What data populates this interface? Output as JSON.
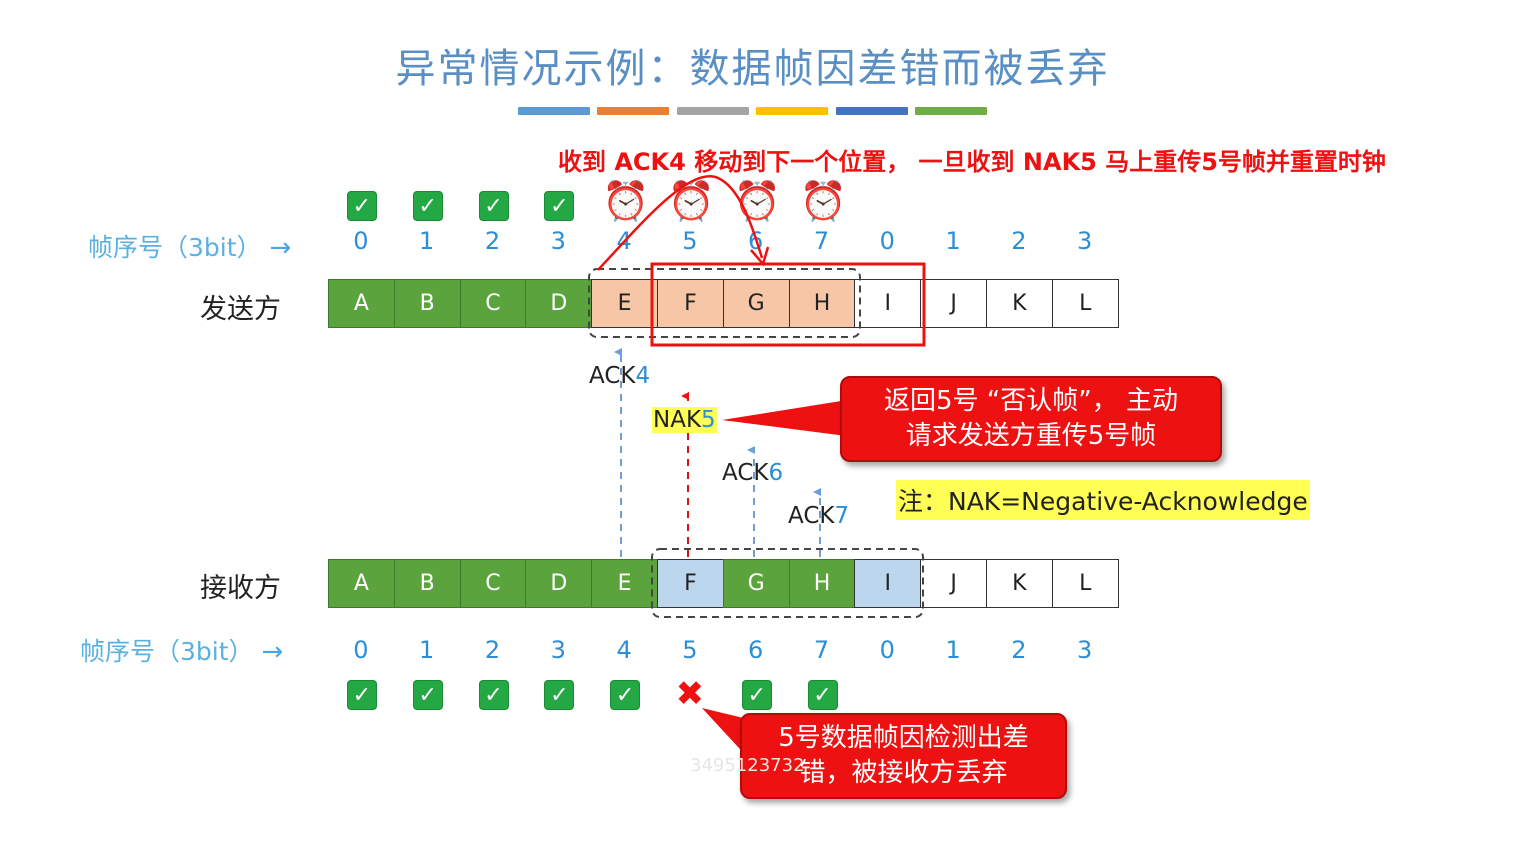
{
  "title": "异常情况示例：数据帧因差错而被丢弃",
  "accent_colors": [
    "#5b9bd5",
    "#ed7d31",
    "#a5a5a5",
    "#ffc000",
    "#4472c4",
    "#70ad47"
  ],
  "top_note": "收到 ACK4 移动到下一个位置， 一旦收到 NAK5 马上重传5号帧并重置时钟",
  "sequence_label": "帧序号（3bit）",
  "arrow_glyph": "→",
  "sender": {
    "label": "发送方",
    "frames": [
      "A",
      "B",
      "C",
      "D",
      "E",
      "F",
      "G",
      "H",
      "I",
      "J",
      "K",
      "L"
    ],
    "frame_states": [
      "green",
      "green",
      "green",
      "green",
      "orange",
      "orange",
      "orange",
      "orange",
      "white",
      "white",
      "white",
      "white"
    ],
    "seq": [
      "0",
      "1",
      "2",
      "3",
      "4",
      "5",
      "6",
      "7",
      "0",
      "1",
      "2",
      "3"
    ],
    "status_icons": [
      "check",
      "check",
      "check",
      "check",
      "clock",
      "clock",
      "clock",
      "clock"
    ]
  },
  "receiver": {
    "label": "接收方",
    "frames": [
      "A",
      "B",
      "C",
      "D",
      "E",
      "F",
      "G",
      "H",
      "I",
      "J",
      "K",
      "L"
    ],
    "frame_states": [
      "green",
      "green",
      "green",
      "green",
      "green",
      "blue",
      "green",
      "green",
      "blue",
      "white",
      "white",
      "white"
    ],
    "seq": [
      "0",
      "1",
      "2",
      "3",
      "4",
      "5",
      "6",
      "7",
      "0",
      "1",
      "2",
      "3"
    ],
    "status_icons": [
      "check",
      "check",
      "check",
      "check",
      "check",
      "cross",
      "check",
      "check"
    ]
  },
  "acks": [
    {
      "prefix": "ACK",
      "num": "4"
    },
    {
      "prefix": "NAK",
      "num": "5"
    },
    {
      "prefix": "ACK",
      "num": "6"
    },
    {
      "prefix": "ACK",
      "num": "7"
    }
  ],
  "callout_nak": [
    "返回5号 “否认帧”， 主动",
    "请求发送方重传5号帧"
  ],
  "callout_error": [
    "5号数据帧因检测出差",
    "错，被接收方丢弃"
  ],
  "nak_note": "注：NAK=Negative-Acknowledge",
  "watermark": "3495123732"
}
